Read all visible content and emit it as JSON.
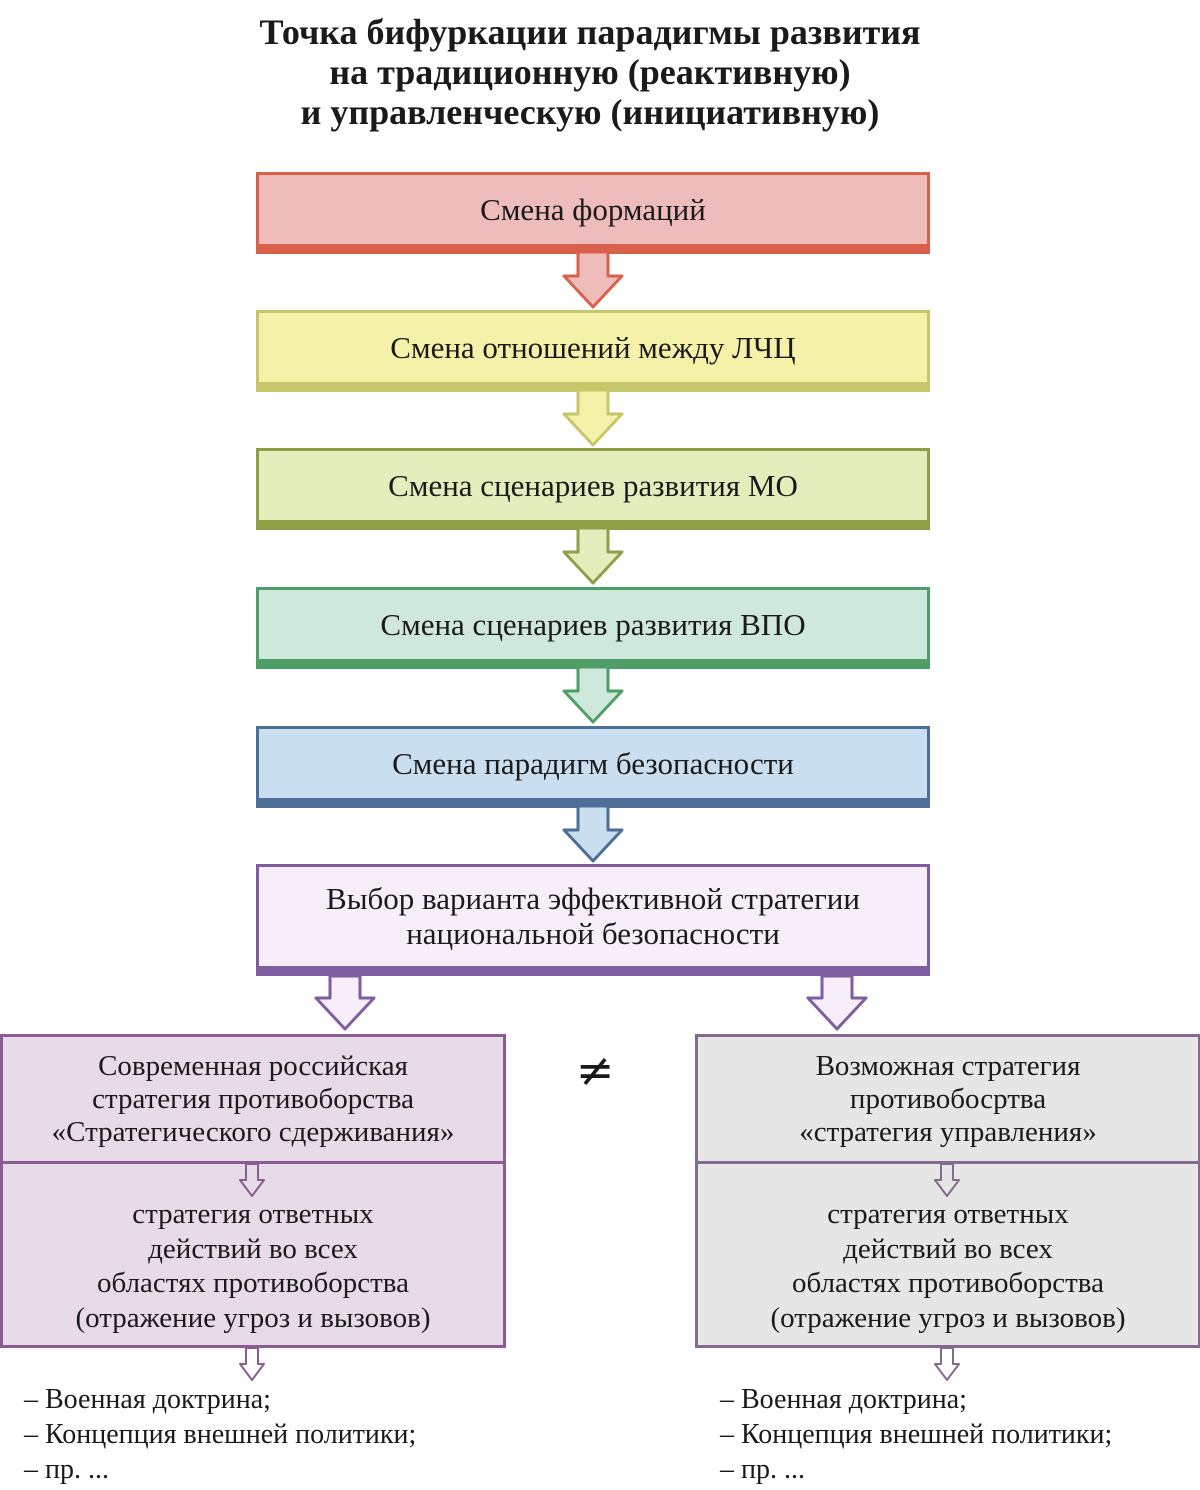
{
  "title": {
    "lines": [
      "Точка бифуркации парадигмы развития",
      "на традиционную (реактивную)",
      "и управленческую (инициативную)"
    ]
  },
  "flow": {
    "steps": [
      {
        "text": "Смена формаций",
        "color": "#d9604a",
        "fill": "#efbcbc"
      },
      {
        "text": "Смена отношений между ЛЧЦ",
        "color": "#c7c66a",
        "fill": "#f6f1a8"
      },
      {
        "text": "Смена сценариев развития МО",
        "color": "#8e9f48",
        "fill": "#e4eebc"
      },
      {
        "text": "Смена сценариев развития ВПО",
        "color": "#4e9e68",
        "fill": "#cfe8dc"
      },
      {
        "text": "Смена парадигм безопасности",
        "color": "#4d6f97",
        "fill": "#c9dff0"
      }
    ],
    "choice": {
      "lines": [
        "Выбор варианта эффективной стратегии",
        "национальной безопасности"
      ],
      "color": "#7e5ea0"
    }
  },
  "not_equal": "≠",
  "left": {
    "header": [
      "Современная российская",
      "стратегия противоборства",
      "«Стратегического сдерживания»"
    ],
    "body": [
      "стратегия ответных",
      "действий во всех",
      "областях противоборства",
      "(отражение угроз и вызовов)"
    ],
    "list": [
      "– Военная доктрина;",
      "– Концепция внешней политики;",
      "– пр. ..."
    ]
  },
  "right": {
    "header": [
      "Возможная стратегия",
      "противобосртва",
      "«стратегия управления»"
    ],
    "body": [
      "стратегия ответных",
      "действий во всех",
      "областях противоборства",
      "(отражение угроз и вызовов)"
    ],
    "list": [
      "– Военная доктрина;",
      "– Концепция внешней политики;",
      "– пр. ..."
    ]
  }
}
